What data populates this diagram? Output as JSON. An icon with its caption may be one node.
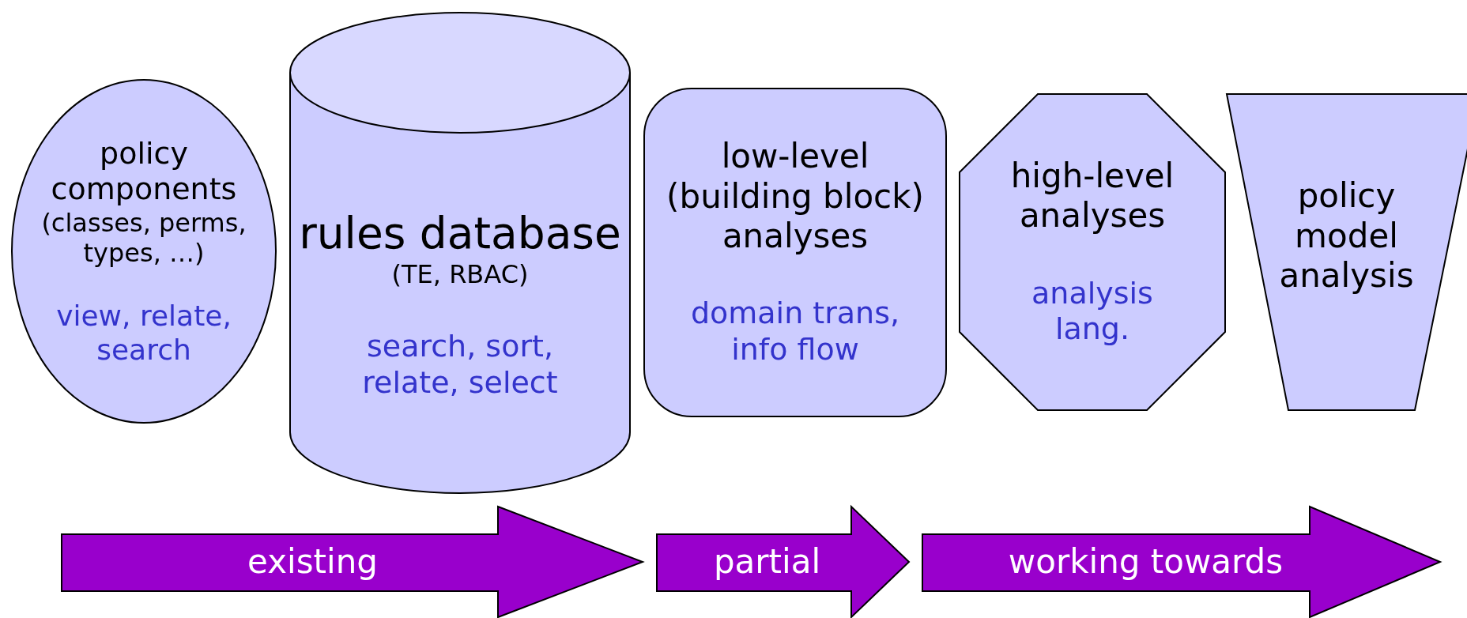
{
  "diagram": {
    "nodes": [
      {
        "text": [
          "policy components",
          "(classes, perms, types, …)",
          "view, relate, search"
        ]
      },
      {
        "text": [
          "rules database",
          "(TE, RBAC)",
          "search, sort, relate, select"
        ]
      },
      {
        "text": [
          "low-level (building block) analyses",
          "domain trans, info flow"
        ]
      },
      {
        "text": [
          "high-level analyses",
          "analysis lang."
        ]
      },
      {
        "text": [
          "policy model analysis"
        ]
      },
      {
        "text": [
          "existing"
        ]
      },
      {
        "text": [
          "partial"
        ]
      },
      {
        "text": [
          "working towards"
        ]
      }
    ]
  }
}
